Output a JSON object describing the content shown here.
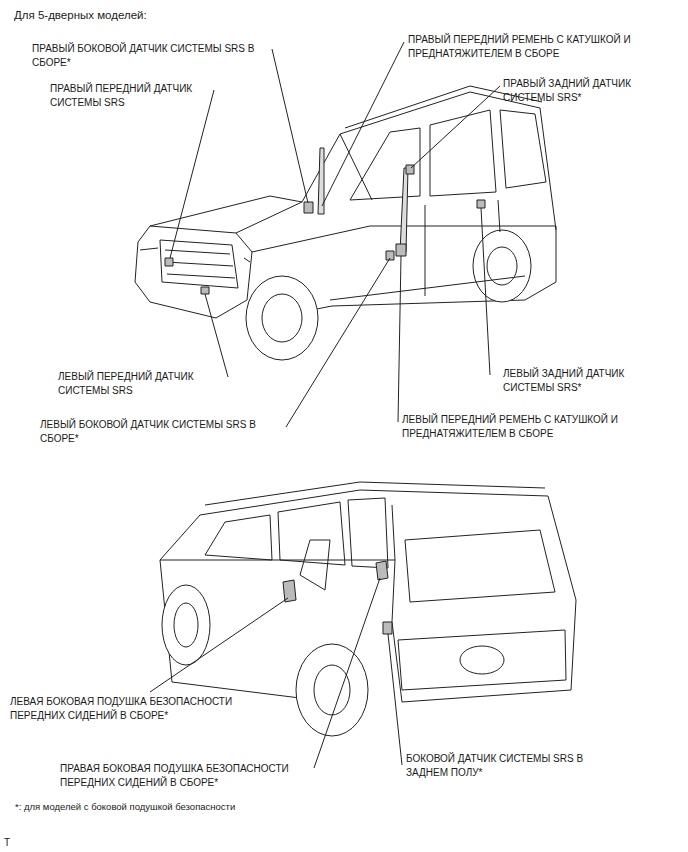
{
  "diagram": {
    "title": "Для 5-дверных моделей:",
    "labels": [
      "ПРАВЫЙ БОКОВОЙ ДАТЧИК СИСТЕМЫ SRS В СБОРЕ*",
      "ПРАВЫЙ ПЕРЕДНИЙ ДАТЧИК СИСТЕМЫ SRS",
      "ПРАВЫЙ ПЕРЕДНИЙ РЕМЕНЬ С КАТУШКОЙ И ПРЕДНАТЯЖИТЕЛЕМ В СБОРЕ",
      "ПРАВЫЙ ЗАДНИЙ ДАТЧИК СИСТЕМЫ SRS*",
      "ЛЕВЫЙ ПЕРЕДНИЙ ДАТЧИК СИСТЕМЫ SRS",
      "ЛЕВЫЙ ЗАДНИЙ ДАТЧИК СИСТЕМЫ SRS*",
      "ЛЕВЫЙ БОКОВОЙ ДАТЧИК СИСТЕМЫ SRS В СБОРЕ*",
      "ЛЕВЫЙ ПЕРЕДНИЙ РЕМЕНЬ С КАТУШКОЙ И ПРЕДНАТЯЖИТЕЛЕМ В СБОРЕ",
      "ЛЕВАЯ БОКОВАЯ ПОДУШКА БЕЗОПАСНОСТИ ПЕРЕДНИХ СИДЕНИЙ В СБОРЕ*",
      "ПРАВАЯ БОКОВАЯ ПОДУШКА БЕЗОПАСНОСТИ ПЕРЕДНИХ СИДЕНИЙ В СБОРЕ*",
      "БОКОВОЙ ДАТЧИК СИСТЕМЫ SRS В ЗАДНЕМ ПОЛУ*",
      "*: для моделей с боковой подушкой безопасности",
      "T"
    ]
  }
}
